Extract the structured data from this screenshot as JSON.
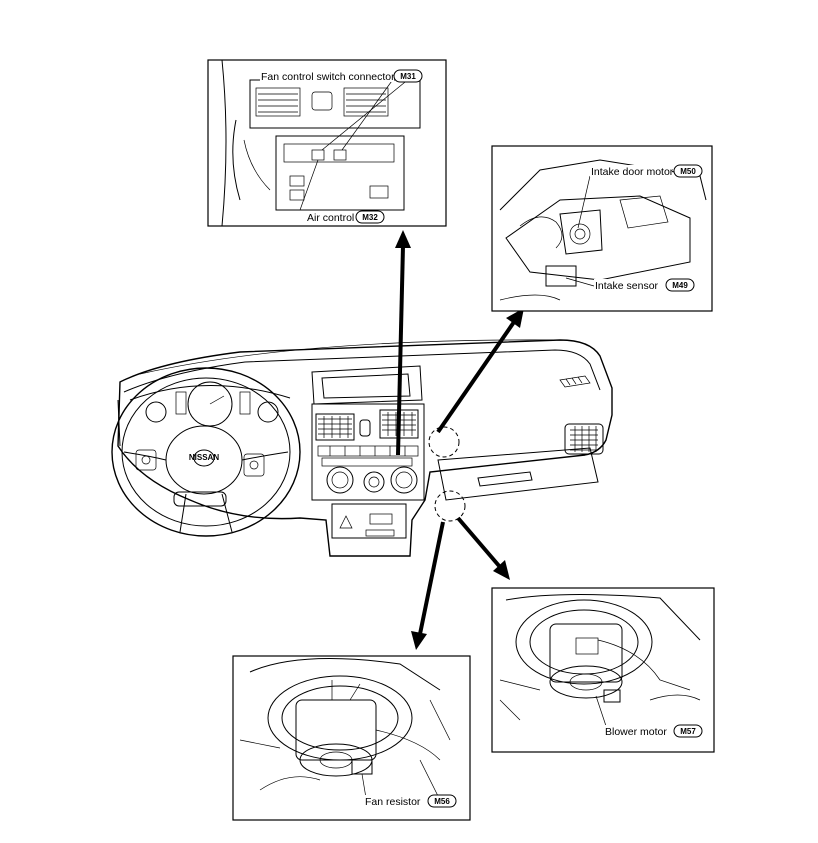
{
  "callouts": {
    "fan_control": {
      "label": "Fan control switch connector",
      "code": "M31"
    },
    "air_control": {
      "label": "Air control",
      "code": "M32"
    },
    "intake_door_motor": {
      "label": "Intake door motor",
      "code": "M50"
    },
    "intake_sensor": {
      "label": "Intake sensor",
      "code": "M49"
    },
    "fan_resistor": {
      "label": "Fan resistor",
      "code": "M56"
    },
    "blower_motor": {
      "label": "Blower motor",
      "code": "M57"
    }
  },
  "brand_badge": "NISSAN"
}
